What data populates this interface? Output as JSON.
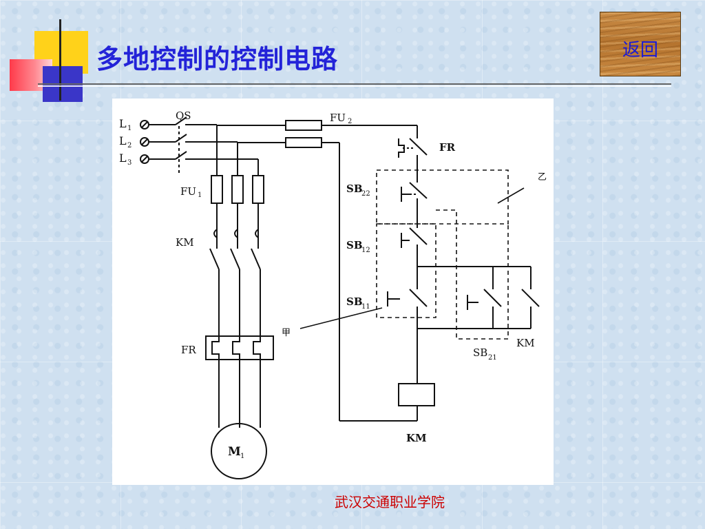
{
  "slide": {
    "title": "多地控制的控制电路",
    "back_button": "返回",
    "footer": "武汉交通职业学院"
  },
  "diagram": {
    "labels": {
      "l1": "L",
      "l1_sub": "1",
      "l2": "L",
      "l2_sub": "2",
      "l3": "L",
      "l3_sub": "3",
      "qs": "QS",
      "fu2": "FU",
      "fu2_sub": "2",
      "fr_top": "FR",
      "yi": "乙",
      "fu1": "FU",
      "fu1_sub": "1",
      "sb22": "SB",
      "sb22_sub": "22",
      "km_main": "KM",
      "sb12": "SB",
      "sb12_sub": "12",
      "sb11": "SB",
      "sb11_sub": "11",
      "jia": "甲",
      "fr_main": "FR",
      "km_aux": "KM",
      "sb21": "SB",
      "sb21_sub": "21",
      "m1": "M",
      "m1_sub": "1",
      "km_coil": "KM"
    }
  }
}
